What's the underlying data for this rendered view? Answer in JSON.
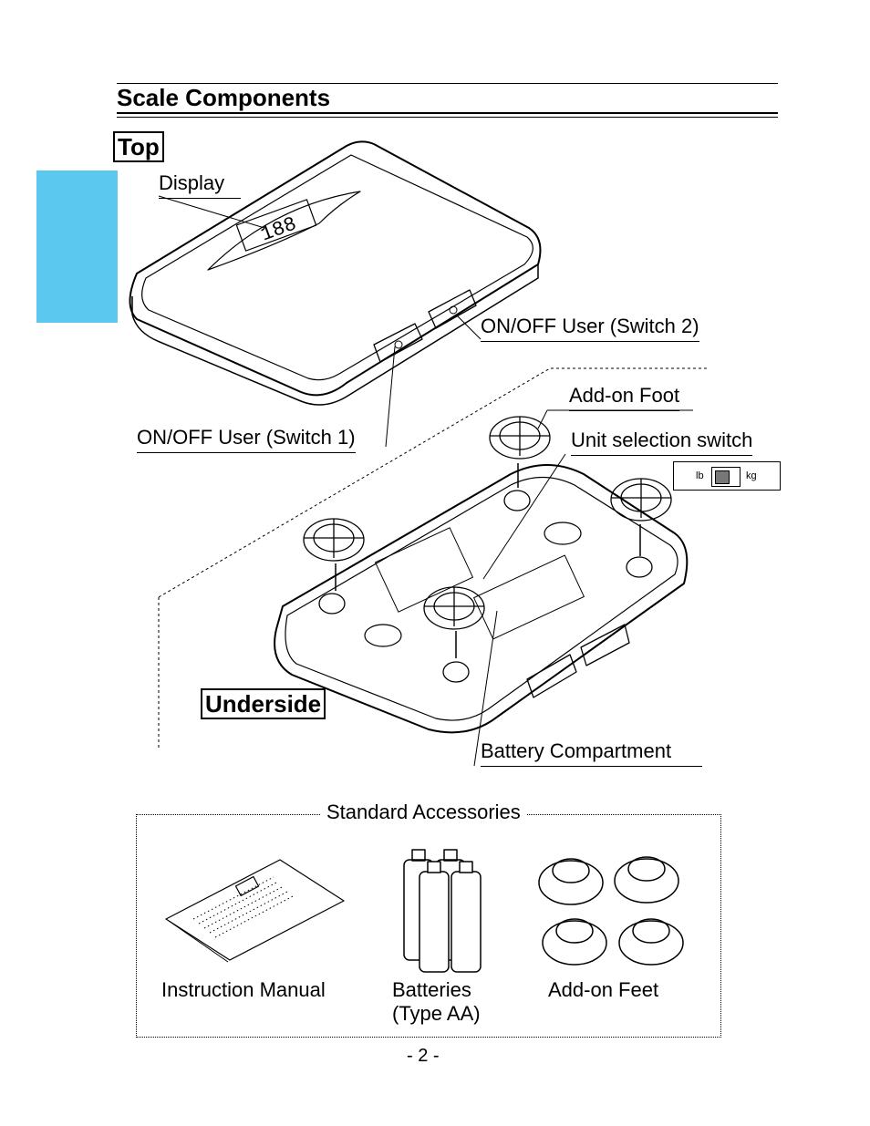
{
  "page": {
    "section_title": "Scale Components",
    "page_number": "- 2 -"
  },
  "top_view": {
    "heading": "Top",
    "label_display": "Display",
    "label_switch2": "ON/OFF User (Switch 2)",
    "label_switch1": "ON/OFF User (Switch 1)"
  },
  "underside_view": {
    "heading": "Underside",
    "label_foot": "Add-on Foot",
    "label_unit_switch": "Unit selection switch",
    "label_battery": "Battery Compartment",
    "unit_switch": {
      "left_unit": "lb",
      "right_unit": "kg"
    }
  },
  "accessories": {
    "heading": "Standard Accessories",
    "items": [
      {
        "label": "Instruction Manual",
        "sublabel": ""
      },
      {
        "label": "Batteries",
        "sublabel": "(Type AA)"
      },
      {
        "label": "Add-on Feet",
        "sublabel": ""
      }
    ]
  },
  "colors": {
    "tab_accent": "#5bc8f0"
  }
}
